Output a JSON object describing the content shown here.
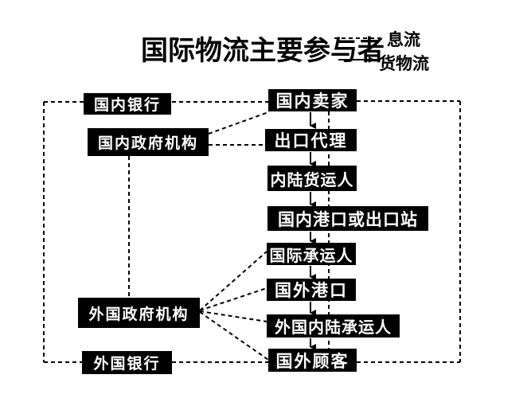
{
  "title": "国际物流主要参与者",
  "legend": {
    "info_flow_label": "息流",
    "goods_flow_label": "货物流",
    "info_flow_style": "dashed-line",
    "goods_flow_style": "solid-arrow"
  },
  "nodes": {
    "left": [
      {
        "id": "domestic-bank",
        "label": "国内银行"
      },
      {
        "id": "domestic-gov",
        "label": "国内政府机构"
      },
      {
        "id": "foreign-gov",
        "label": "外国政府机构"
      },
      {
        "id": "foreign-bank",
        "label": "外国银行"
      }
    ],
    "chain": [
      {
        "id": "domestic-seller",
        "label": "国内卖家"
      },
      {
        "id": "export-agent",
        "label": "出口代理"
      },
      {
        "id": "inland-freight",
        "label": "内陆货运人"
      },
      {
        "id": "domestic-port",
        "label": "国内港口或出口站"
      },
      {
        "id": "intl-carrier",
        "label": "国际承运人"
      },
      {
        "id": "foreign-port",
        "label": "国外港口"
      },
      {
        "id": "foreign-inland",
        "label": "外国内陆承运人"
      },
      {
        "id": "foreign-customer",
        "label": "国外顾客"
      }
    ]
  },
  "colors": {
    "background": "#ffffff",
    "box_bg": "#000000",
    "box_text": "#ffffff",
    "line": "#000000"
  }
}
